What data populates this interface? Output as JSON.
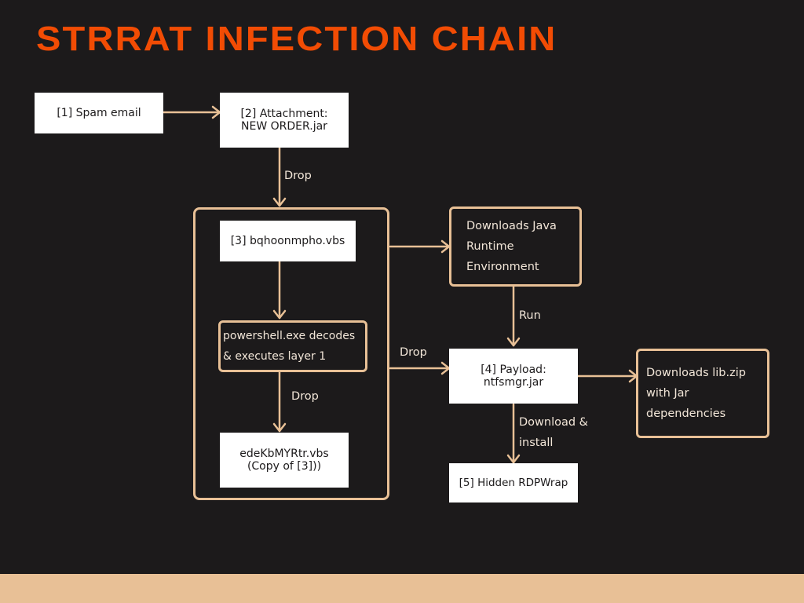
{
  "title": "STRRAT INFECTION CHAIN",
  "colors": {
    "background": "#1c1a1b",
    "title": "#f24c04",
    "accent": "#e8c096",
    "box_fill": "#ffffff",
    "text_light": "#f2e6d8"
  },
  "nodes": {
    "spam_email": "[1] Spam email",
    "attachment_line1": "[2] Attachment:",
    "attachment_line2": "NEW ORDER.jar",
    "vbs": "[3] bqhoonmpho.vbs",
    "powershell_line1": "powershell.exe decodes",
    "powershell_line2": "& executes layer 1",
    "copy_line1": "edeKbMYRtr.vbs",
    "copy_line2": "(Copy of [3]))",
    "java_line1": "Downloads Java",
    "java_line2": "Runtime",
    "java_line3": "Environment",
    "payload_line1": "[4] Payload:",
    "payload_line2": "ntfsmgr.jar",
    "libzip_line1": "Downloads lib.zip",
    "libzip_line2": "with Jar",
    "libzip_line3": "dependencies",
    "rdpwrap": "[5] Hidden RDPWrap"
  },
  "edge_labels": {
    "drop_attachment": "Drop",
    "drop_powershell": "Drop",
    "drop_payload": "Drop",
    "run": "Run",
    "download_install_line1": "Download &",
    "download_install_line2": "install"
  }
}
